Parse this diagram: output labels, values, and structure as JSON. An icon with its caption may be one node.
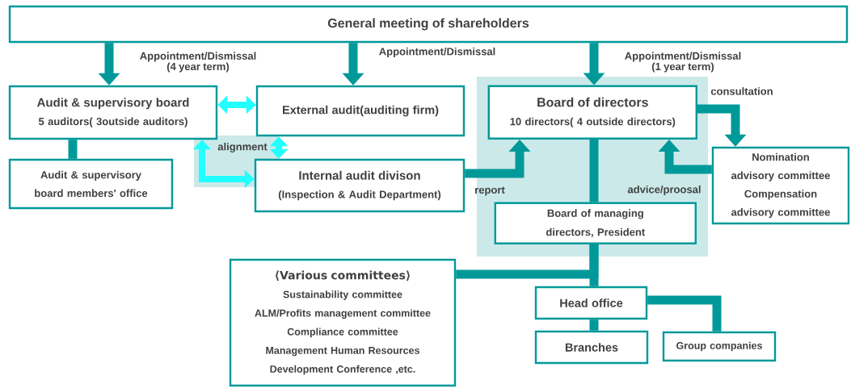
{
  "diagram": {
    "nodes": [
      {
        "text": [
          "General meeting of shareholders"
        ]
      },
      {
        "text": [
          "Audit & supervisory board",
          "5 auditors( 3outside auditors)"
        ]
      },
      {
        "text": [
          "External audit(auditing firm)"
        ]
      },
      {
        "text": [],
        "shape": "box"
      },
      {
        "text": [
          "Board of directors",
          "10 directors( 4 outside directors)"
        ],
        "in": 3
      },
      {
        "text": [
          "Audit & supervisory board members' office"
        ]
      },
      {
        "text": [
          "Internal audit divison",
          "(Inspection & Audit Department)"
        ]
      },
      {
        "text": [
          "Nomination advisory committee",
          "Compensation advisory committee"
        ]
      },
      {
        "text": [
          "Board of managing directors, President"
        ],
        "in": 3
      },
      {
        "text": [
          "⟨Various committees⟩",
          "Sustainability committee",
          "ALM/Profits management committee",
          "Compliance committee",
          "Management Human Resources Development Conference ,etc."
        ]
      },
      {
        "text": [
          "Head office"
        ]
      },
      {
        "text": [
          "Branches"
        ]
      },
      {
        "text": [
          "Group companies"
        ]
      }
    ],
    "edges": [
      {
        "from": 0,
        "to": 1,
        "arrow": "to",
        "label": "Appointment/Dismissal (4 year term)"
      },
      {
        "from": 0,
        "to": 2,
        "arrow": "to",
        "label": "Appointment/Dismissal"
      },
      {
        "from": 0,
        "to": 4,
        "arrow": "to",
        "label": "Appointment/Dismissal (1 year term)"
      },
      {
        "from": 1,
        "to": 2,
        "arrow": "both",
        "color": "#22ffff"
      },
      {
        "from": 2,
        "to": 6,
        "arrow": "both",
        "color": "#22ffff",
        "label": "alignment"
      },
      {
        "from": 1,
        "to": 6,
        "arrow": "both",
        "color": "#22ffff"
      },
      {
        "from": 1,
        "to": 5,
        "arrow": "none"
      },
      {
        "from": 6,
        "to": 4,
        "arrow": "to",
        "label": "report"
      },
      {
        "from": 4,
        "to": 7,
        "arrow": "to",
        "label": "consultation"
      },
      {
        "from": 7,
        "to": 4,
        "arrow": "to",
        "label": "advice/proosal"
      },
      {
        "from": 4,
        "to": 8,
        "arrow": "none"
      },
      {
        "from": 8,
        "to": 9,
        "arrow": "none"
      },
      {
        "from": 8,
        "to": 10,
        "arrow": "none"
      },
      {
        "from": 10,
        "to": 11,
        "arrow": "none"
      },
      {
        "from": 10,
        "to": 12,
        "arrow": "none"
      }
    ]
  }
}
